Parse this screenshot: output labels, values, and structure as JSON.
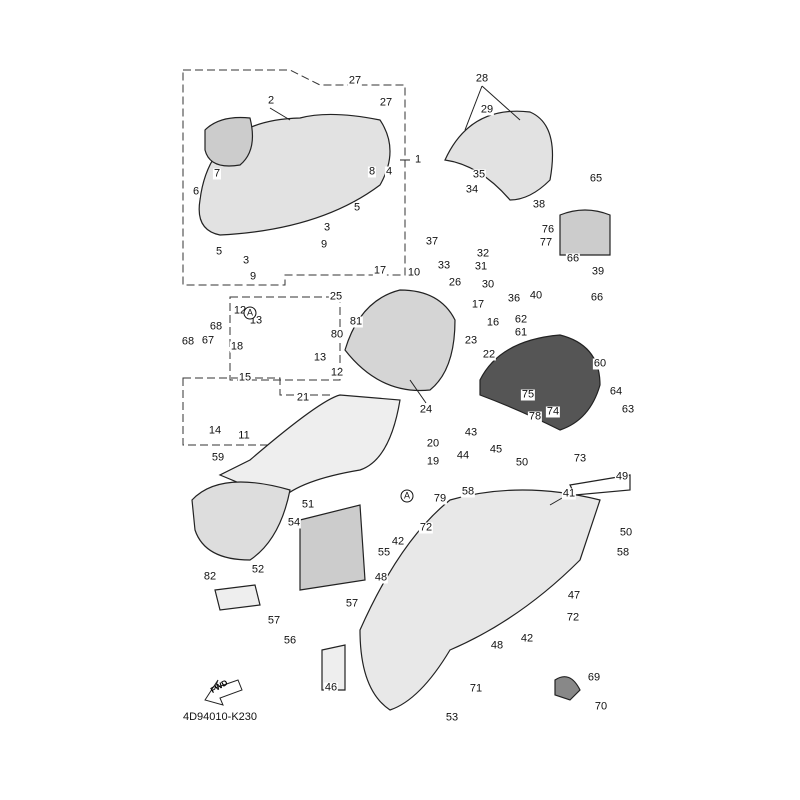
{
  "diagram": {
    "part_code": "4D94010-K230",
    "fwd_label": "FWD",
    "callouts": [
      "27",
      "27",
      "2",
      "1",
      "7",
      "6",
      "8",
      "4",
      "5",
      "3",
      "9",
      "5",
      "3",
      "9",
      "28",
      "29",
      "35",
      "34",
      "38",
      "76",
      "77",
      "65",
      "37",
      "33",
      "32",
      "31",
      "30",
      "36",
      "66",
      "39",
      "40",
      "66",
      "62",
      "61",
      "60",
      "64",
      "63",
      "75",
      "74",
      "78",
      "73",
      "25",
      "81",
      "80",
      "17",
      "10",
      "26",
      "17",
      "16",
      "23",
      "22",
      "24",
      "12",
      "13",
      "68",
      "18",
      "67",
      "68",
      "13",
      "12",
      "15",
      "21",
      "14",
      "11",
      "A",
      "20",
      "19",
      "A",
      "43",
      "44",
      "45",
      "50",
      "49",
      "41",
      "58",
      "79",
      "50",
      "58",
      "59",
      "51",
      "54",
      "72",
      "42",
      "55",
      "52",
      "48",
      "82",
      "57",
      "47",
      "72",
      "57",
      "56",
      "42",
      "48",
      "46",
      "69",
      "71",
      "70",
      "53"
    ]
  }
}
